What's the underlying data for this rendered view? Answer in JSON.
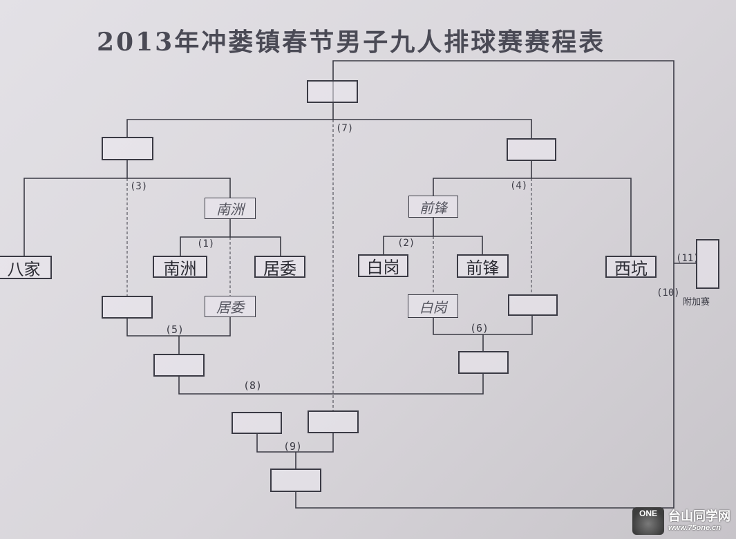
{
  "title": "2013年冲蒌镇春节男子九人排球赛赛程表",
  "teams": {
    "bajia": "八家",
    "nanzhou": "南洲",
    "jiwei": "居委",
    "baigang": "白岗",
    "qianfeng": "前锋",
    "xikeng": "西坑"
  },
  "winners": {
    "match1": "南洲",
    "match2": "前锋",
    "loser1": "居委",
    "loser2": "白岗"
  },
  "matches": {
    "m1": "(1)",
    "m2": "(2)",
    "m3": "(3)",
    "m4": "(4)",
    "m5": "(5)",
    "m6": "(6)",
    "m7": "(7)",
    "m8": "(8)",
    "m9": "(9)",
    "m10": "(10)",
    "m11": "(11)"
  },
  "extra_match_label": "附加赛",
  "watermark": {
    "logo": "ONE",
    "site_name": "台山同学网",
    "url": "www.75one.cn"
  }
}
